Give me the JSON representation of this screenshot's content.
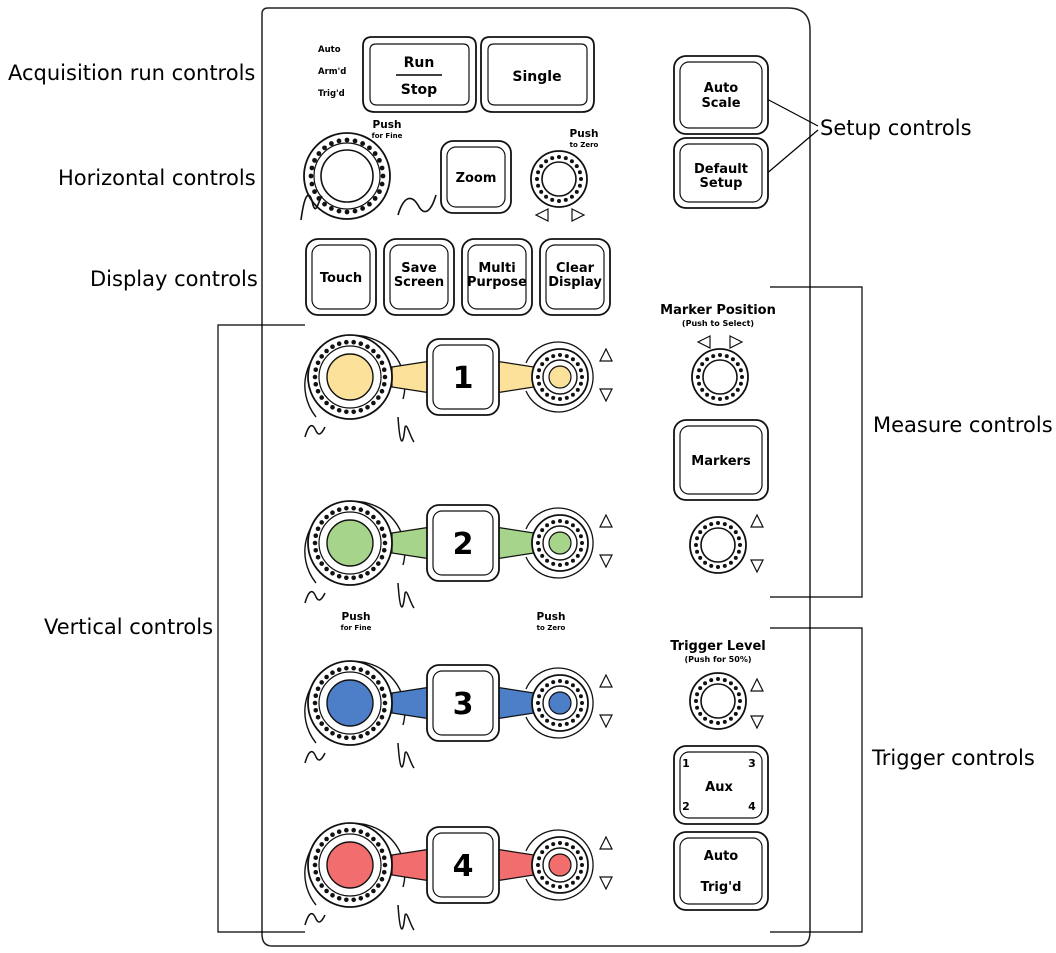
{
  "callouts": {
    "acquisition": "Acquisition run controls",
    "horizontal": "Horizontal controls",
    "display": "Display controls",
    "vertical": "Vertical controls",
    "setup": "Setup controls",
    "measure": "Measure controls",
    "trigger": "Trigger controls"
  },
  "acquisition": {
    "status_auto": "Auto",
    "status_armed": "Arm'd",
    "status_trigd": "Trig'd",
    "run_top": "Run",
    "run_bottom": "Stop",
    "single": "Single"
  },
  "setup": {
    "auto_scale_1": "Auto",
    "auto_scale_2": "Scale",
    "default_setup_1": "Default",
    "default_setup_2": "Setup"
  },
  "horizontal": {
    "push_label": "Push",
    "push_sub": "for Fine",
    "zoom": "Zoom",
    "push_zero": "Push",
    "push_zero_sub": "to Zero"
  },
  "display": {
    "touch": "Touch",
    "save_1": "Save",
    "save_2": "Screen",
    "multi_1": "Multi",
    "multi_2": "Purpose",
    "clear_1": "Clear",
    "clear_2": "Display"
  },
  "vertical": {
    "channels": [
      {
        "number": "1",
        "color": "#FBE199"
      },
      {
        "number": "2",
        "color": "#A6D48A"
      },
      {
        "number": "3",
        "color": "#4D7FC8"
      },
      {
        "number": "4",
        "color": "#F26D6D"
      }
    ],
    "push_fine": "Push",
    "push_fine_sub": "for Fine",
    "push_zero": "Push",
    "push_zero_sub": "to Zero"
  },
  "measure": {
    "marker_position": "Marker Position",
    "marker_position_sub": "(Push to Select)",
    "markers": "Markers"
  },
  "trigger": {
    "level": "Trigger Level",
    "level_sub": "(Push for 50%)",
    "aux": "Aux",
    "aux_1": "1",
    "aux_2": "2",
    "aux_3": "3",
    "aux_4": "4",
    "auto": "Auto",
    "trigd": "Trig'd"
  }
}
